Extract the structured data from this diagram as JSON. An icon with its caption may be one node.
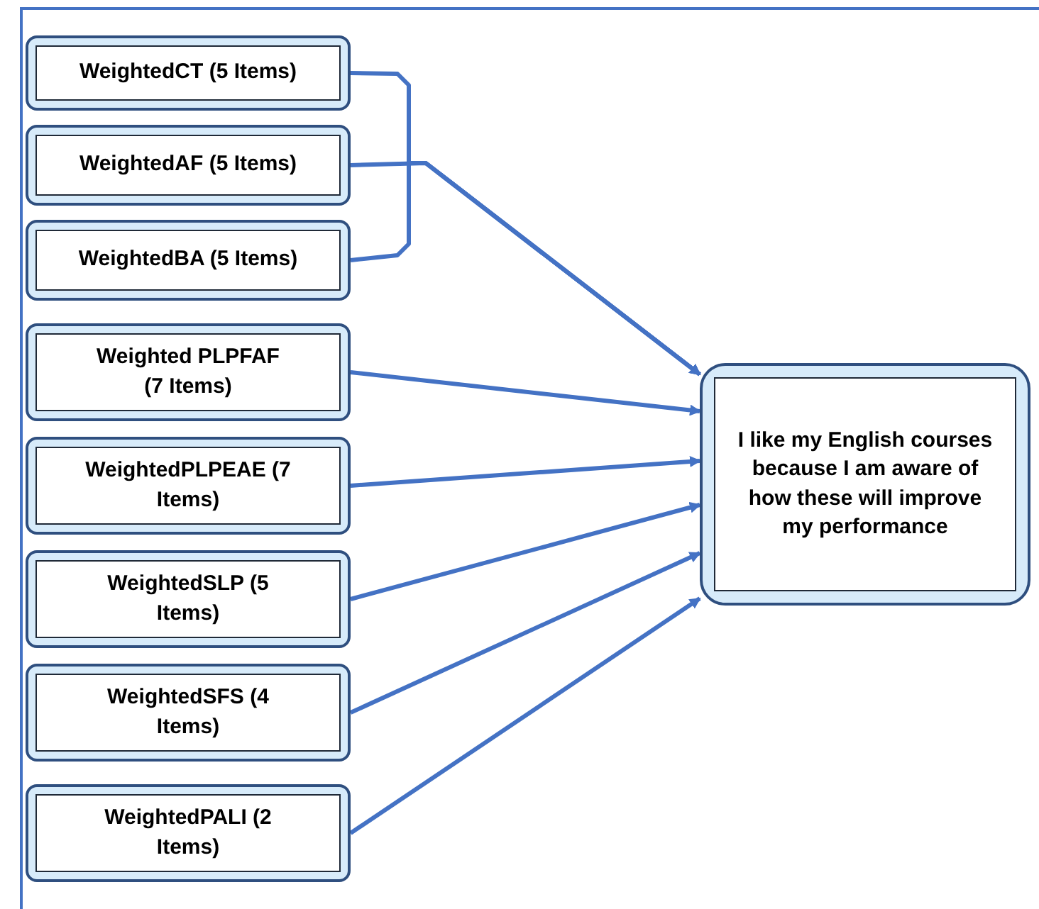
{
  "diagram": {
    "nodes": [
      {
        "text": [
          "WeightedCT (5 Items)"
        ]
      },
      {
        "text": [
          "WeightedAF (5 Items)"
        ]
      },
      {
        "text": [
          "WeightedBA (5 Items)"
        ]
      },
      {
        "text": [
          "Weighted PLPFAF (7 Items)"
        ]
      },
      {
        "text": [
          "WeightedPLPEAE (7 Items)"
        ]
      },
      {
        "text": [
          "WeightedSLP (5 Items)"
        ]
      },
      {
        "text": [
          "WeightedSFS (4 Items)"
        ]
      },
      {
        "text": [
          "WeightedPALI (2 Items)"
        ]
      },
      {
        "text": [
          "I like my English courses because I am aware of how these will improve my performance"
        ]
      }
    ],
    "edges": [
      {
        "from": 0,
        "to": 8,
        "arrow": "to"
      },
      {
        "from": 1,
        "to": 8,
        "arrow": "to"
      },
      {
        "from": 2,
        "to": 8,
        "arrow": "to"
      },
      {
        "from": 3,
        "to": 8,
        "arrow": "to"
      },
      {
        "from": 4,
        "to": 8,
        "arrow": "to"
      },
      {
        "from": 5,
        "to": 8,
        "arrow": "to"
      },
      {
        "from": 6,
        "to": 8,
        "arrow": "to"
      },
      {
        "from": 7,
        "to": 8,
        "arrow": "to"
      }
    ]
  }
}
